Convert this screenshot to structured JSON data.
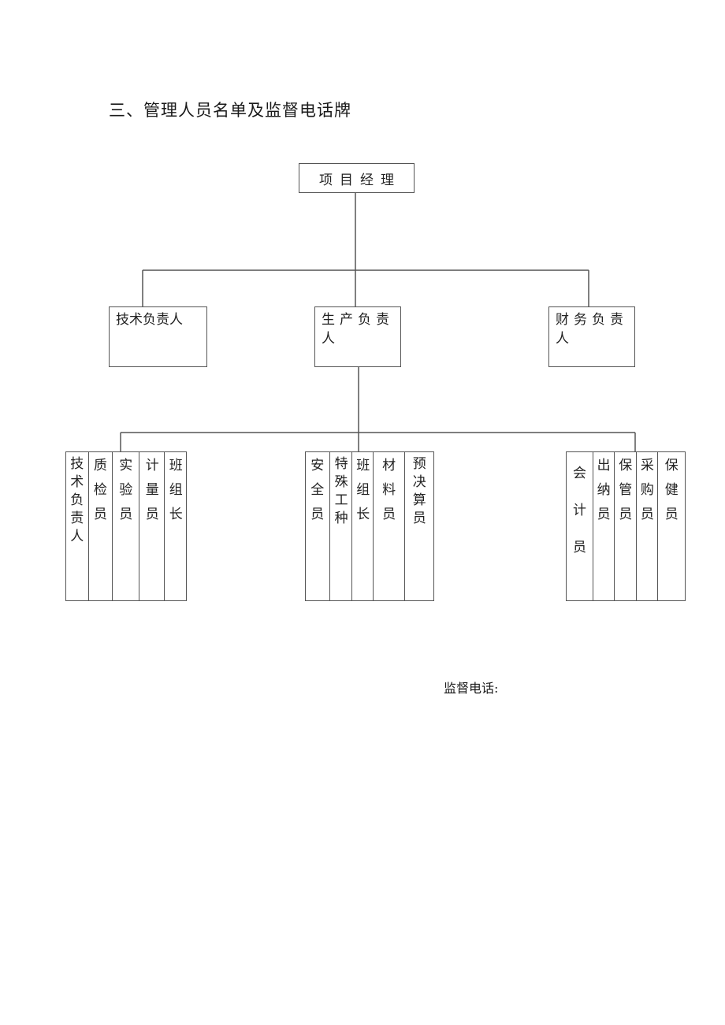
{
  "title": "三、管理人员名单及监督电话牌",
  "top": {
    "label": "项目经理"
  },
  "middle": {
    "tech": "技术负责人",
    "production": "生产负责人",
    "finance": "财务负责人"
  },
  "groups": {
    "tech": [
      "技术负责人",
      "质检员",
      "实验员",
      "计量员",
      "班组长"
    ],
    "production": [
      "安全员",
      "特殊工种",
      "班组长",
      "材料员",
      "预决算员"
    ],
    "finance": [
      "会计员",
      "出纳员",
      "保管员",
      "采购员",
      "保健员"
    ]
  },
  "phone_label": "监督电话:"
}
